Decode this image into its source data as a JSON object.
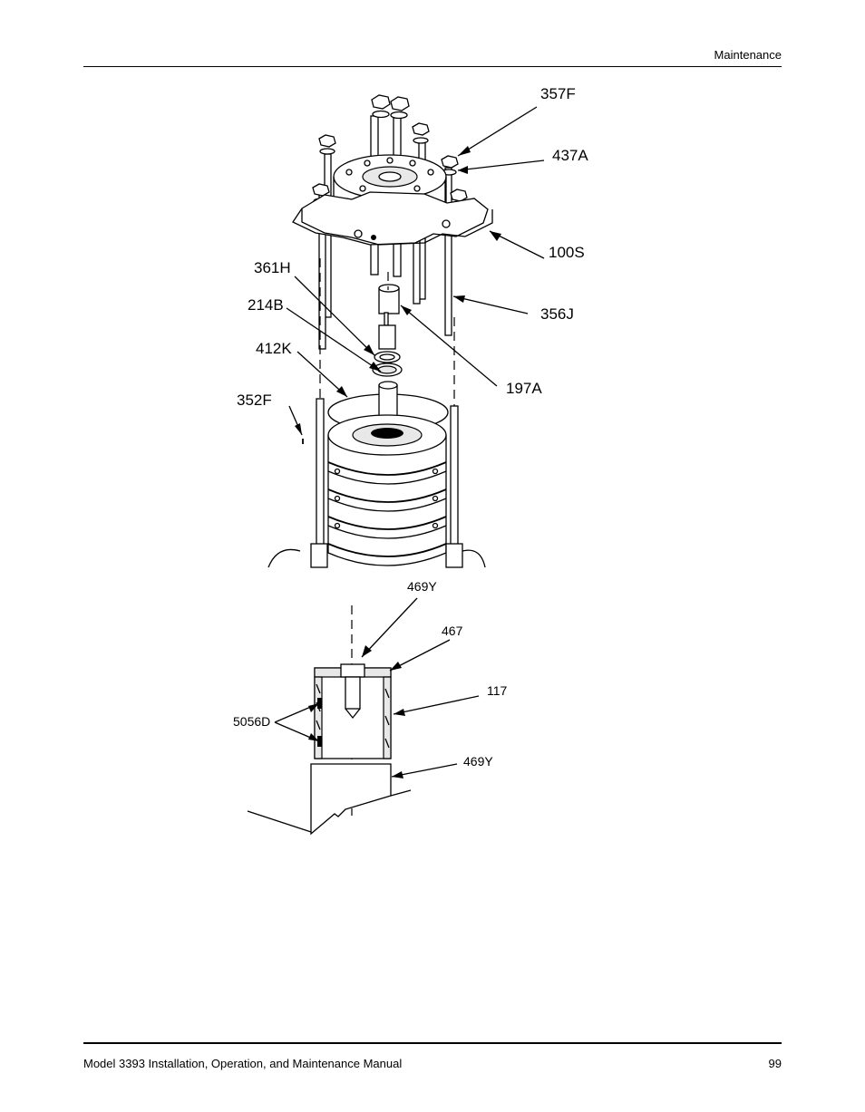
{
  "header": {
    "section": "Maintenance"
  },
  "footer": {
    "manual_title": "Model 3393 Installation, Operation, and Maintenance Manual",
    "page_number": "99"
  },
  "figure_top": {
    "labels": {
      "l357F": "357F",
      "l437A": "437A",
      "l100S": "100S",
      "l361H": "361H",
      "l214B": "214B",
      "l356J": "356J",
      "l412K": "412K",
      "l197A": "197A",
      "l352F": "352F"
    }
  },
  "figure_bottom": {
    "labels": {
      "l469Y_top": "469Y",
      "l467": "467",
      "l117": "117",
      "l5056D": "5056D",
      "l469Y_bottom": "469Y"
    }
  }
}
